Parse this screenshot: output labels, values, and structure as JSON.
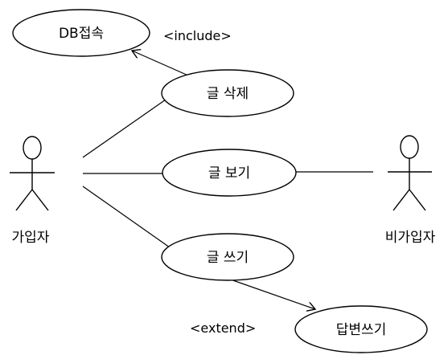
{
  "diagram": {
    "actors": {
      "member": "가입자",
      "non_member": "비가입자"
    },
    "use_cases": {
      "db_connect": "DB접속",
      "delete_post": "글 삭제",
      "view_post": "글 보기",
      "write_post": "글 쓰기",
      "reply": "답변쓰기"
    },
    "stereotypes": {
      "include": "<include>",
      "extend": "<extend>"
    },
    "colors": {
      "line": "#000000",
      "fill": "#ffffff"
    }
  }
}
